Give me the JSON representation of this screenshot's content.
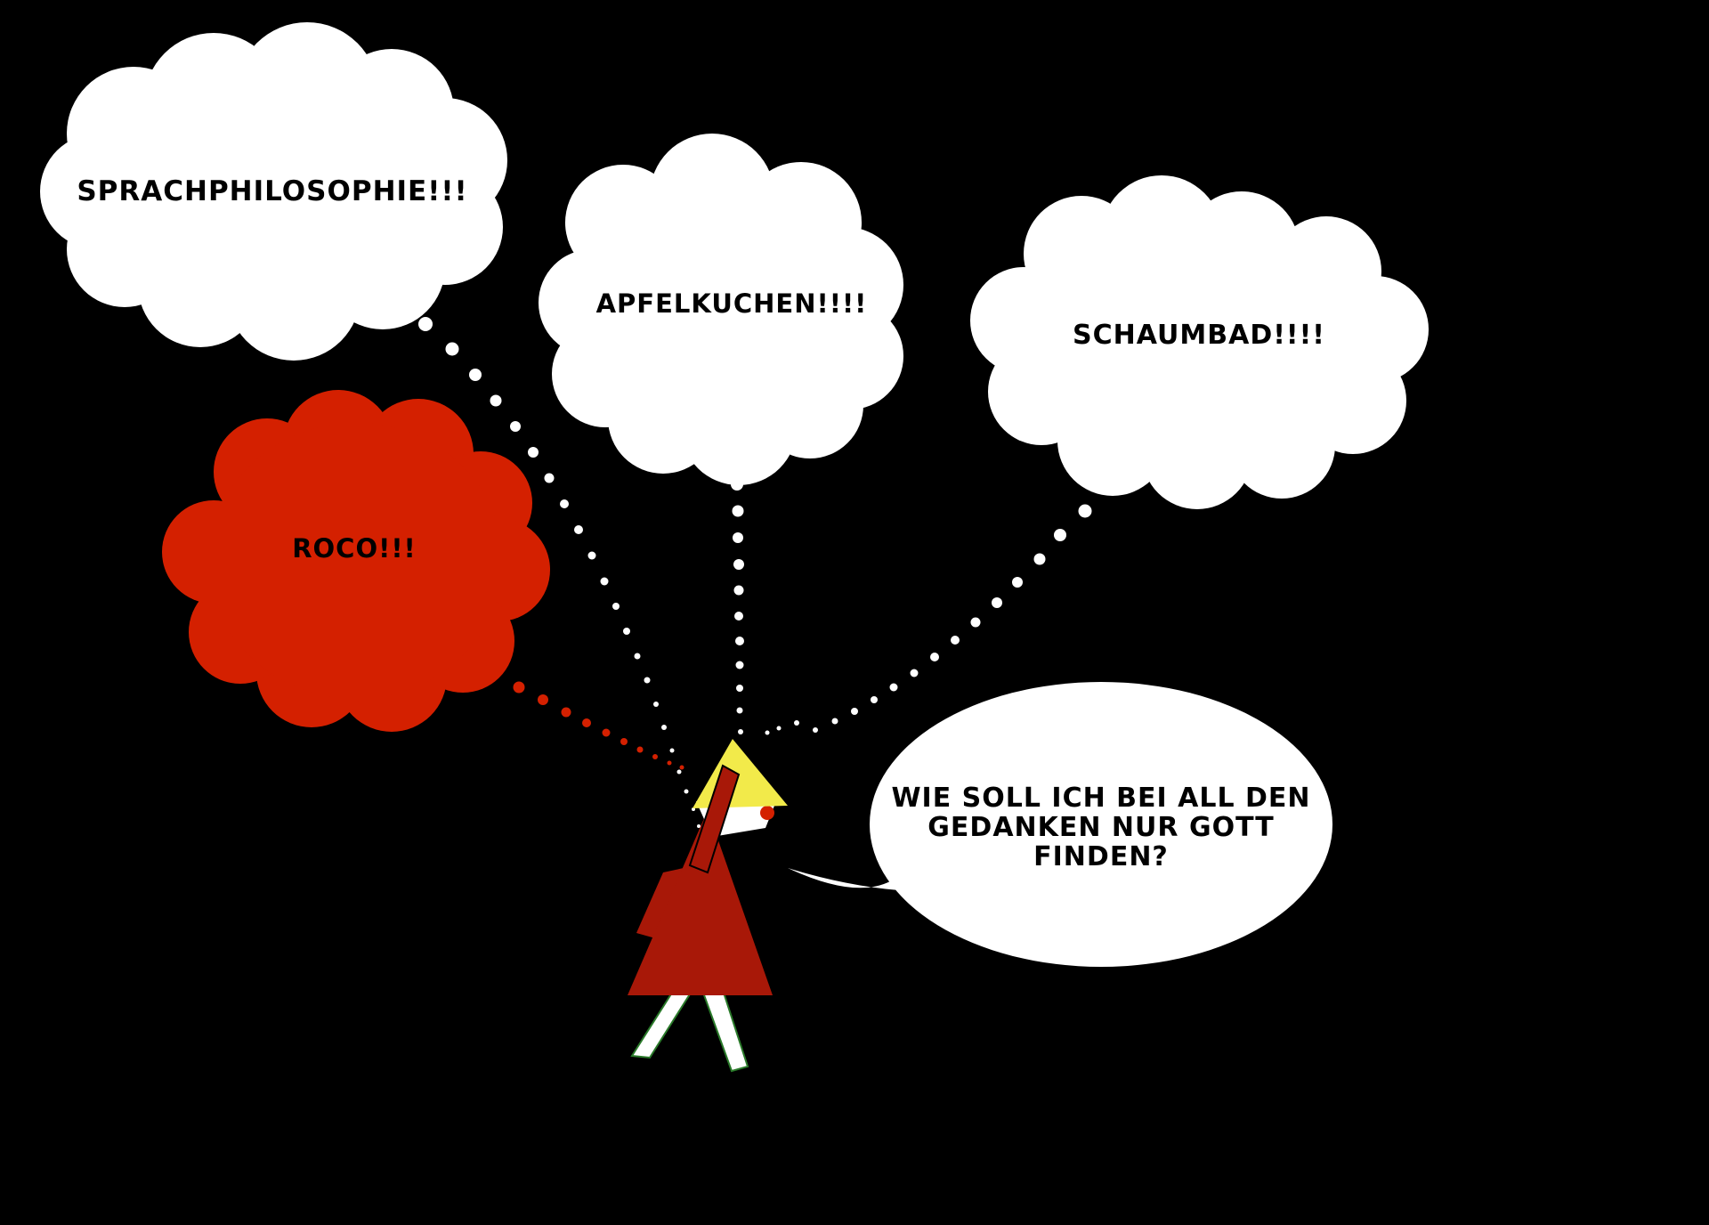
{
  "scene": {
    "background_color": "#000000",
    "thought_fill_white": "#ffffff",
    "thought_fill_red": "#d42000",
    "thoughts": [
      {
        "id": "sprach",
        "text": "SPRACHPHILOSOPHIE!!!"
      },
      {
        "id": "apfel",
        "text": "APFELKUCHEN!!!!"
      },
      {
        "id": "schaum",
        "text": "SCHAUMBAD!!!!"
      },
      {
        "id": "roco",
        "text": "ROCO!!!"
      }
    ],
    "speech": {
      "lines": [
        "WIE SOLL ICH BEI ALL DEN",
        "GEDANKEN NUR GOTT",
        "FINDEN?"
      ]
    },
    "figure": {
      "hat_color": "#f2ea4a",
      "dress_color": "#a81808",
      "legs_color": "#ffffff"
    }
  }
}
